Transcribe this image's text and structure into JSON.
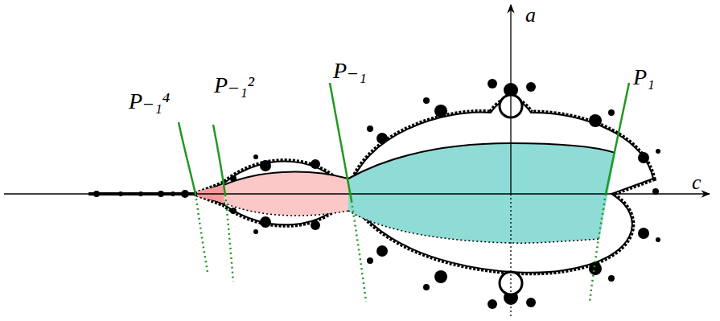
{
  "diagram": {
    "labels": [
      "a",
      "P₋₁⁴",
      "P₋₁²",
      "P₋₁",
      "P₁",
      "c"
    ]
  }
}
